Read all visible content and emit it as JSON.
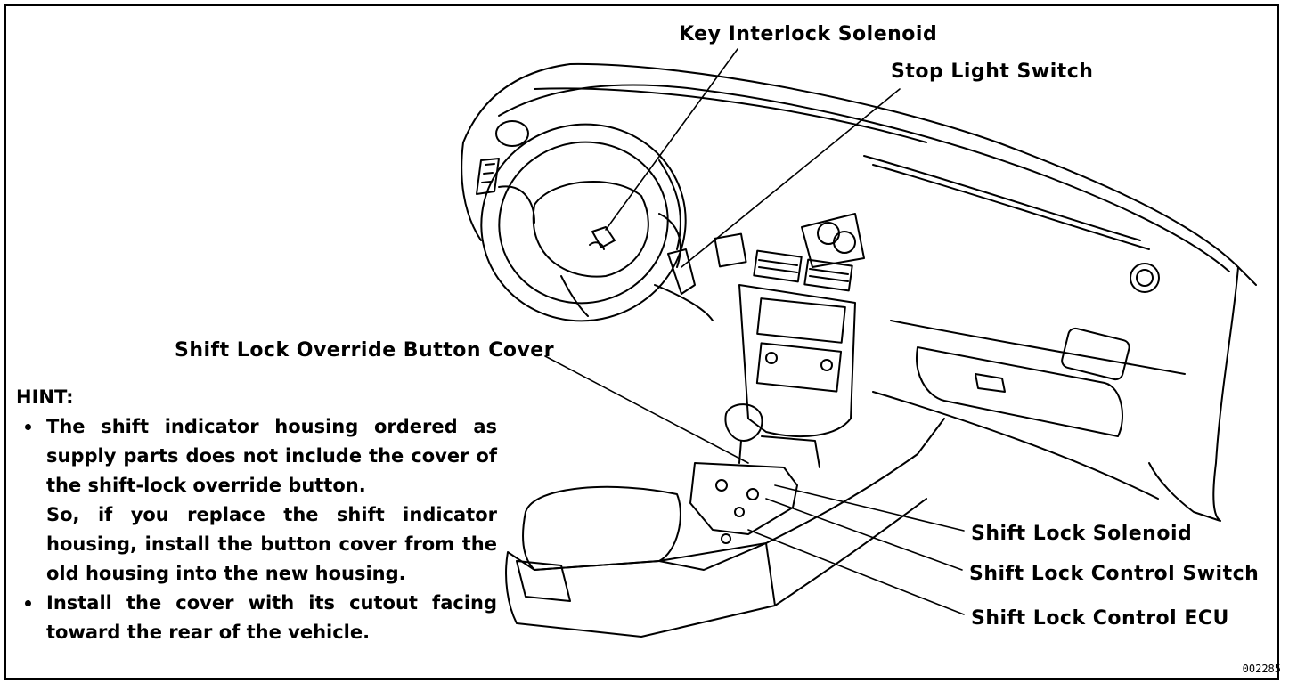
{
  "labels": {
    "key_interlock_solenoid": "Key Interlock Solenoid",
    "stop_light_switch": "Stop Light Switch",
    "override_button_cover": "Shift Lock Override Button Cover",
    "shift_lock_solenoid": "Shift Lock Solenoid",
    "shift_lock_control_switch": "Shift Lock Control Switch",
    "shift_lock_control_ecu": "Shift Lock Control ECU"
  },
  "hint": {
    "title": "HINT:",
    "items": [
      {
        "text": "The shift indicator housing ordered as supply parts does not include the cover of the shift-lock override button.",
        "text2": "So, if you replace the shift indicator housing, install the button cover from the old housing into the new housing."
      },
      {
        "text": "Install the cover with its cutout facing toward the rear of the vehicle."
      }
    ]
  },
  "figure_code": "002285"
}
